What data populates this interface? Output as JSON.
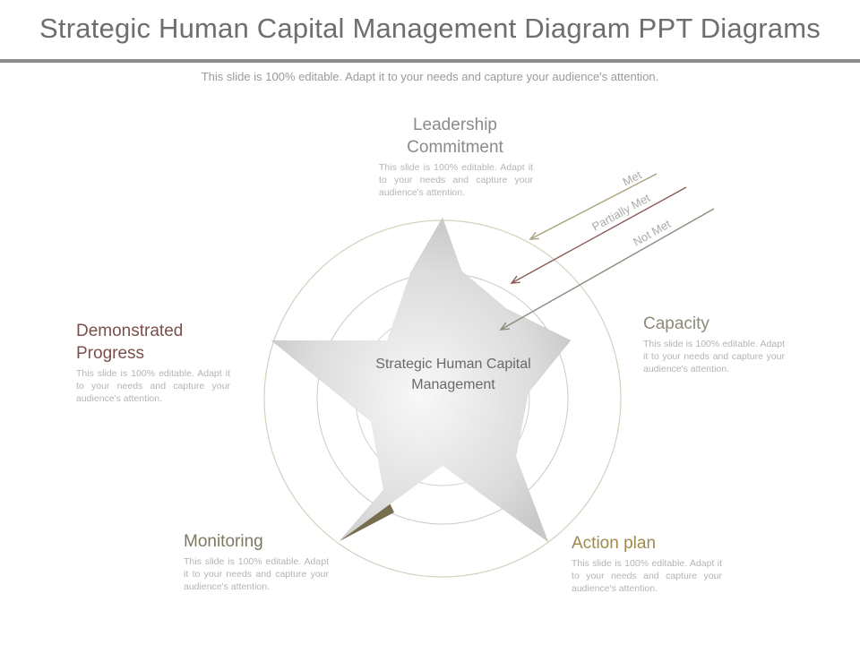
{
  "header": {
    "title": "Strategic Human Capital Management Diagram PPT Diagrams",
    "subtitle": "This slide is 100% editable. Adapt it to your needs and capture your audience's attention."
  },
  "diagram": {
    "center_label": "Strategic Human Capital Management",
    "status_arrows": [
      {
        "label": "Met",
        "color": "#a8a17c"
      },
      {
        "label": "Partially Met",
        "color": "#8a5c57"
      },
      {
        "label": "Not Met",
        "color": "#8c8a7c"
      }
    ],
    "points": [
      {
        "heading": "Leadership Commitment",
        "body": "This slide is 100% editable. Adapt it to your needs and capture your audience's attention.",
        "color": "#8a8a8a"
      },
      {
        "heading": "Capacity",
        "body": "This slide is 100% editable. Adapt it to your needs and capture your audience's attention.",
        "color": "#8e8a77"
      },
      {
        "heading": "Action plan",
        "body": "This slide is 100% editable. Adapt it to your needs and capture your audience's attention.",
        "color": "#9c8a4c"
      },
      {
        "heading": "Monitoring",
        "body": "This slide is 100% editable. Adapt it to your needs and capture your audience's attention.",
        "color": "#7e7863"
      },
      {
        "heading": "Demonstrated Progress",
        "body": "This slide is 100% editable. Adapt it to your needs and capture your audience's attention.",
        "color": "#7b4f4b"
      }
    ],
    "point_colors": [
      "#77848c",
      "#868068",
      "#b39a3d",
      "#766d4c",
      "#8c4f48"
    ]
  }
}
